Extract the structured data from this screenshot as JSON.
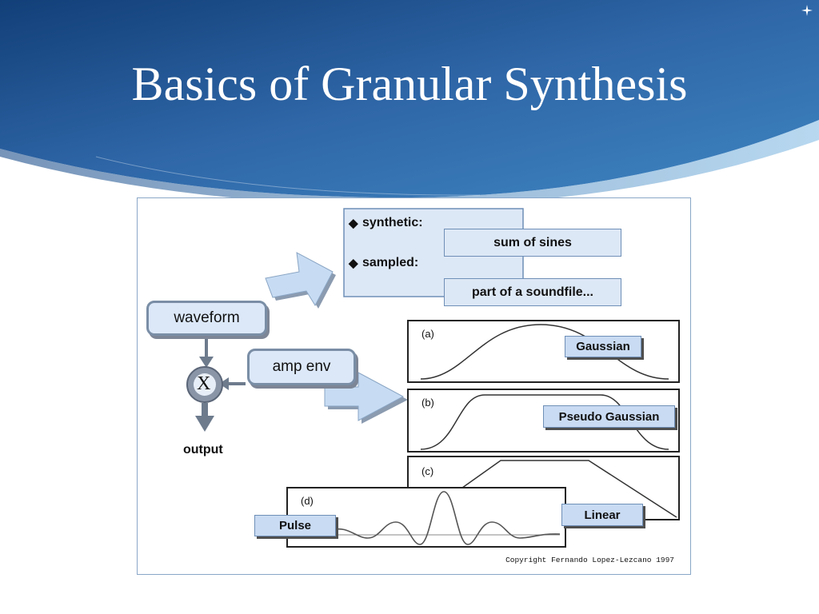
{
  "slide": {
    "title": "Basics of Granular Synthesis"
  },
  "figure": {
    "source_box": {
      "synthetic_label": "synthetic:",
      "sampled_label": "sampled:",
      "synthetic_value": "sum of sines",
      "sampled_value": "part of a soundfile..."
    },
    "blocks": {
      "waveform": "waveform",
      "amp_env": "amp env",
      "multiplier": "X",
      "output": "output"
    },
    "envelopes": [
      {
        "letter": "(a)",
        "name": "Gaussian"
      },
      {
        "letter": "(b)",
        "name": "Pseudo Gaussian"
      },
      {
        "letter": "(c)",
        "name": "Linear"
      },
      {
        "letter": "(d)",
        "name": "Pulse"
      }
    ],
    "copyright": "Copyright Fernando Lopez-Lezcano 1997"
  },
  "colors": {
    "header_blue": "#2f67a8",
    "tag_fill": "#c9dbf2",
    "arrow_fill": "#c7dcf3"
  }
}
